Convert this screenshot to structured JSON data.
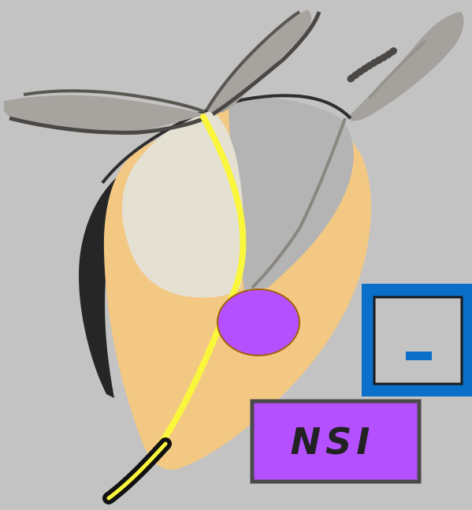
{
  "labels": {
    "procedure": "NSI",
    "panel_symbol": "-"
  },
  "colors": {
    "background": "#c3c3c3",
    "heart_tissue": "#f2c883",
    "atrium_pale": "#e4e0d2",
    "vessel_gray": "#b4b4b4",
    "lead_yellow": "#faf63c",
    "balloon_purple": "#b450ff",
    "panel_blue": "#0a6fc8",
    "dark_outline": "#3a3a3a"
  },
  "icons": {
    "panel": "minus-symbol-panel",
    "balloon": "purple-balloon-marker",
    "lead": "yellow-lead-wire"
  }
}
